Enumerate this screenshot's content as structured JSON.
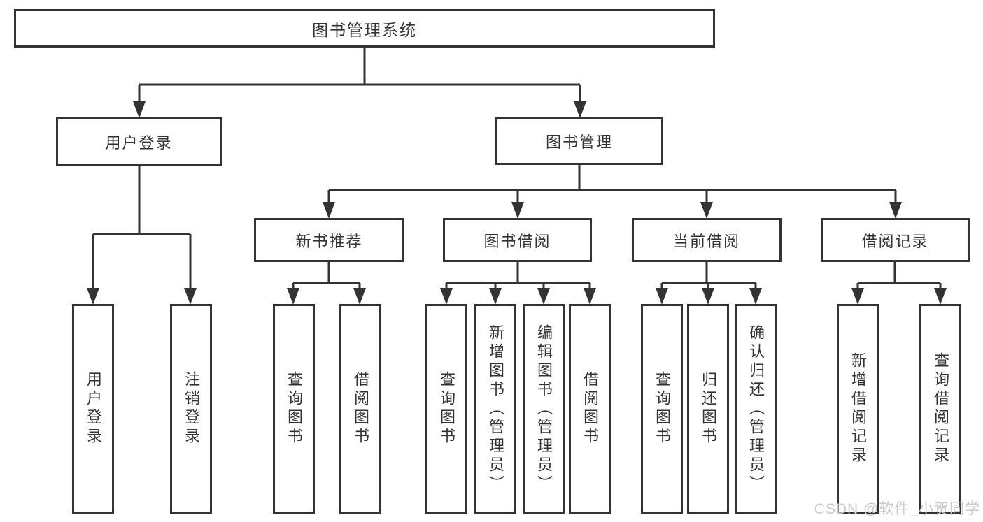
{
  "diagram": {
    "title": "图书管理系统",
    "root": {
      "label": "图书管理系统"
    },
    "level2": [
      {
        "label": "用户登录"
      },
      {
        "label": "图书管理"
      }
    ],
    "level3": [
      {
        "label": "新书推荐"
      },
      {
        "label": "图书借阅"
      },
      {
        "label": "当前借阅"
      },
      {
        "label": "借阅记录"
      }
    ],
    "leaves": {
      "user_login": [
        "用户登录",
        "注销登录"
      ],
      "new_book_recommend": [
        "查询图书",
        "借阅图书"
      ],
      "book_borrow": [
        "查询图书",
        "新增图书（管理员）",
        "编辑图书（管理员）",
        "借阅图书"
      ],
      "current_borrow": [
        "查询图书",
        "归还图书",
        "确认归还（管理员）"
      ],
      "borrow_record": [
        "新增借阅记录",
        "查询借阅记录"
      ]
    }
  },
  "watermark": {
    "text": "CSDN @软件_小贺同学"
  },
  "colors": {
    "line": "#333333",
    "border": "#333333",
    "text": "#333333",
    "watermark_text": "#c9c9c9",
    "background": "#ffffff"
  }
}
